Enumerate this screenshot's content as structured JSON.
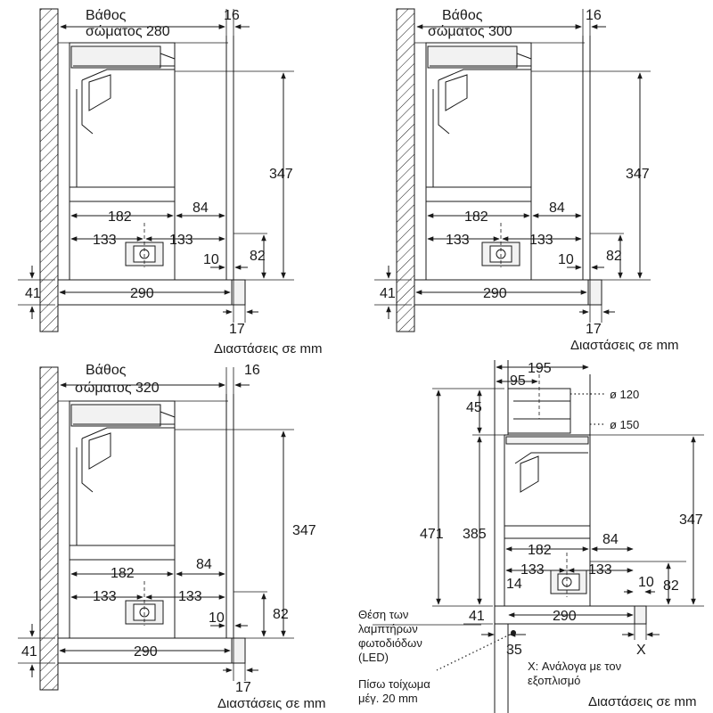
{
  "units_label": "Διαστάσεις σε mm",
  "panels": [
    {
      "depth_label_1": "Βάθος",
      "depth_label_2": "σώματος 280",
      "dims": {
        "top_right": "16",
        "height": "347",
        "width_inner": "182",
        "right_gap": "84",
        "half_left": "133",
        "half_right": "133",
        "front_h": "82",
        "front_w": "10",
        "panel_h": "41",
        "panel_w": "290",
        "bottom_w": "17"
      }
    },
    {
      "depth_label_1": "Βάθος",
      "depth_label_2": "σώματος 300",
      "dims": {
        "top_right": "16",
        "height": "347",
        "width_inner": "182",
        "right_gap": "84",
        "half_left": "133",
        "half_right": "133",
        "front_h": "82",
        "front_w": "10",
        "panel_h": "41",
        "panel_w": "290",
        "bottom_w": "17"
      }
    },
    {
      "depth_label_1": "Βάθος",
      "depth_label_2": "σώματος 320",
      "dims": {
        "top_right": "16",
        "height": "347",
        "width_inner": "182",
        "right_gap": "84",
        "half_left": "133",
        "half_right": "133",
        "front_h": "82",
        "front_w": "10",
        "panel_h": "41",
        "panel_w": "290",
        "bottom_w": "17"
      }
    }
  ],
  "detail": {
    "dims": {
      "top_w": "195",
      "top_half": "95",
      "duct_top": "45",
      "total_h": "471",
      "mid_h": "385",
      "height": "347",
      "width_inner": "182",
      "right_gap": "84",
      "half_left": "133",
      "half_right": "133",
      "left_off": "14",
      "front_w": "10",
      "front_h": "82",
      "panel_h": "41",
      "panel_w": "290",
      "led_off": "35",
      "x_mark": "X"
    },
    "dia_120": "ø 120",
    "dia_150": "ø 150",
    "led_label": [
      "Θέση των",
      "λαμπτήρων",
      "φωτοδιόδων",
      "(LED)"
    ],
    "wall_label": [
      "Πίσω τοίχωμα",
      "μέγ. 20 mm"
    ],
    "x_note": [
      "X: Ανάλογα με τον",
      "εξοπλισμό"
    ]
  }
}
